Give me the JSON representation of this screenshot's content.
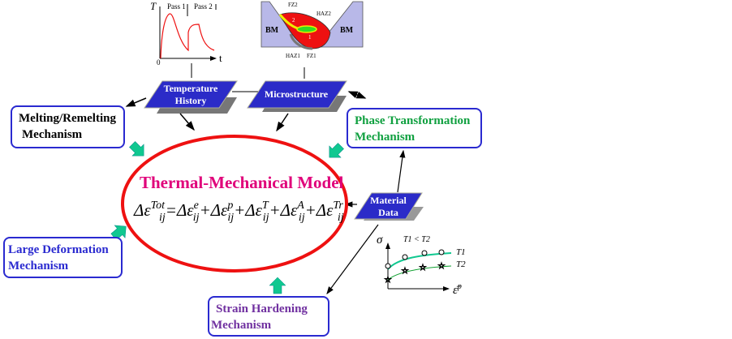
{
  "temperature_graph": {
    "y_label": "T",
    "x_label": "t",
    "origin": "0",
    "pass1": "Pass 1",
    "pass2": "Pass 2"
  },
  "weld_figure": {
    "bm_left": "BM",
    "bm_right": "BM",
    "fz2": "FZ2",
    "haz2": "HAZ2",
    "haz1": "HAZ1",
    "fz1": "FZ1",
    "zone1": "1",
    "zone2": "2"
  },
  "inputs": {
    "temperature_history": [
      "Temperature",
      "History"
    ],
    "microstructure": "Microstructure",
    "material_data": [
      "Material",
      "Data"
    ]
  },
  "mechanisms": {
    "melting": [
      "Melting/Remelting",
      "Mechanism"
    ],
    "phase": [
      "Phase Transformation",
      "Mechanism"
    ],
    "large_deformation": [
      "Large Deformation",
      "Mechanism"
    ],
    "strain_hardening": [
      "Strain Hardening",
      "Mechanism"
    ]
  },
  "model": {
    "title": "Thermal-Mechanical Model",
    "lhs_sup": "Tot",
    "terms_sup": [
      "e",
      "p",
      "T",
      "A",
      "Tr"
    ],
    "sub": "ij",
    "delta_eps": "Δε"
  },
  "hardening_graph": {
    "y_label": "σ",
    "x_label": "ε̄",
    "x_sup": "p",
    "condition": "T1 < T2",
    "series": [
      "T1",
      "T2"
    ]
  },
  "colors": {
    "box_border": "#2a2ad0",
    "parallelogram": "#2b2bc8",
    "ellipse": "#ee1111",
    "title": "#e0007a",
    "phase_text": "#10a040",
    "hardening_text": "#7030a0",
    "green_arrow": "#10c890"
  }
}
